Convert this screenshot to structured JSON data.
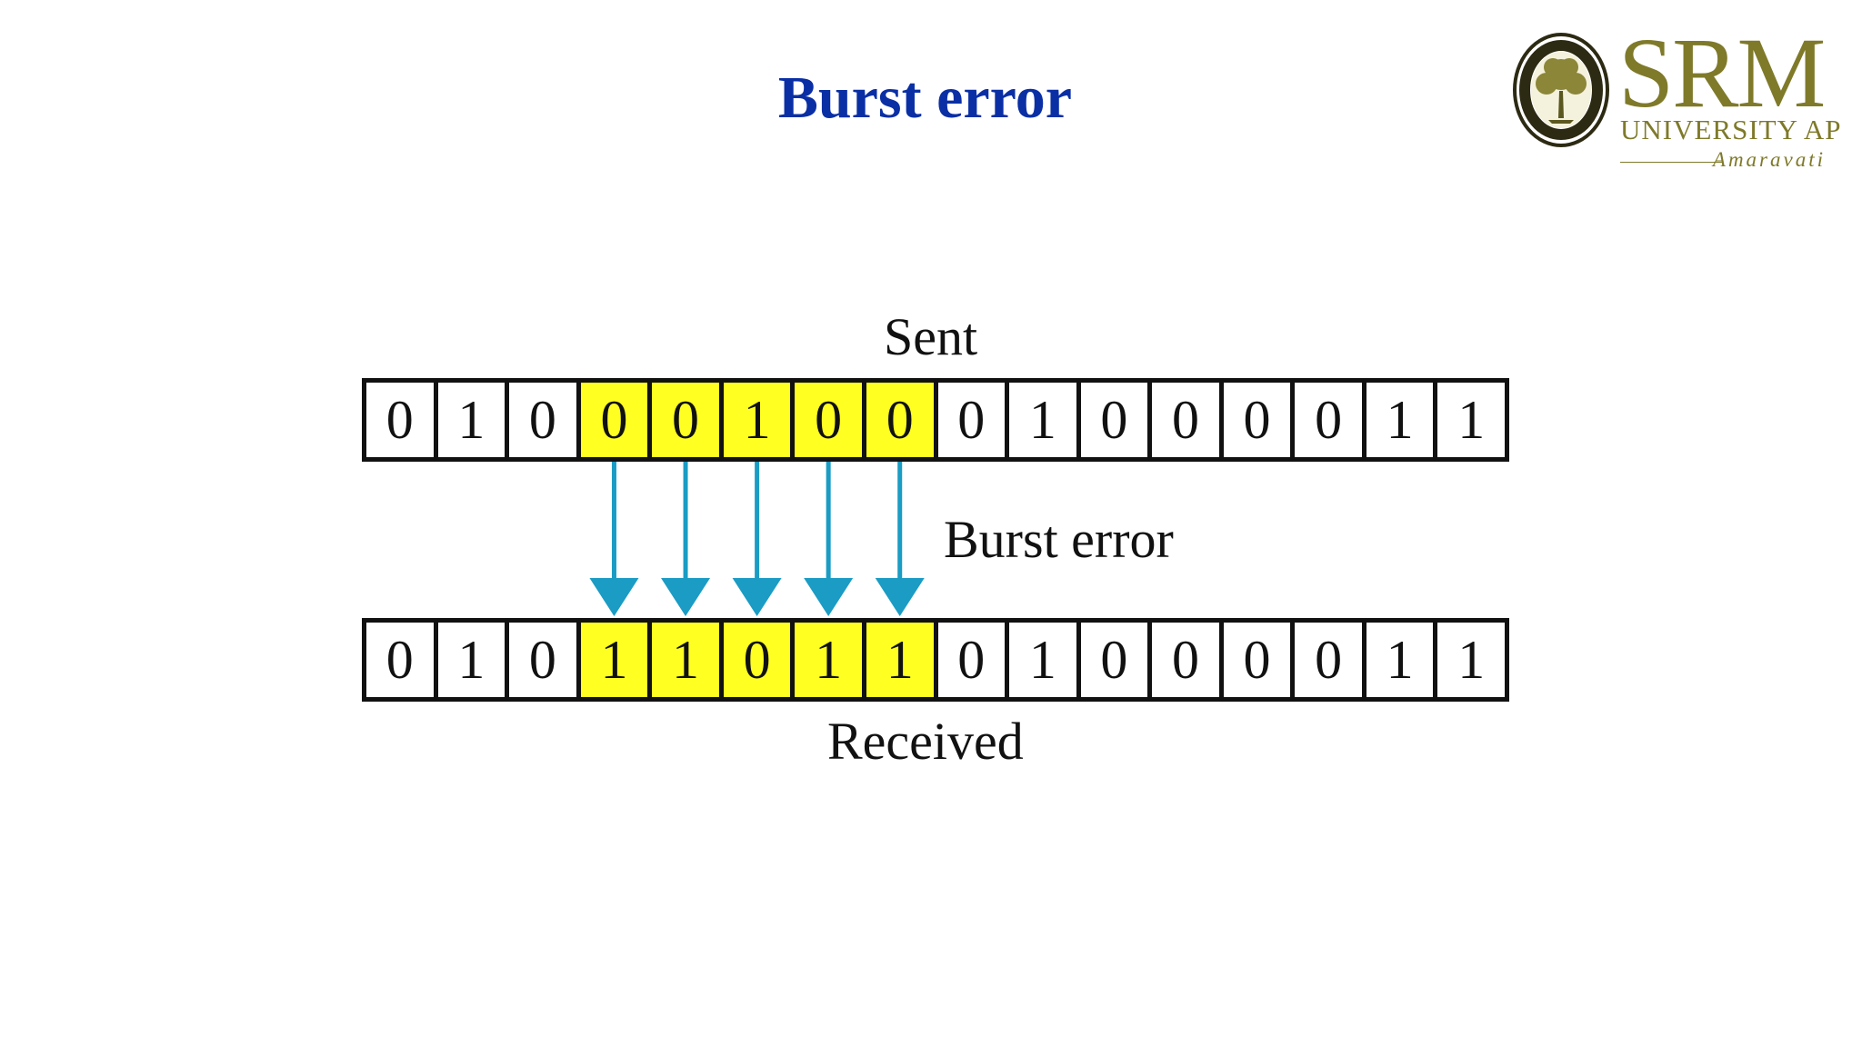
{
  "slide": {
    "title": "Burst error",
    "title_color": "#0a2fa5"
  },
  "logo": {
    "brand": "SRM",
    "subtitle": "UNIVERSITY AP",
    "location": "Amaravati",
    "color": "#7f7a2a"
  },
  "diagram": {
    "sent_label": "Sent",
    "received_label": "Received",
    "burst_label": "Burst error",
    "highlight_color": "#ffff22",
    "arrow_color": "#1a9cc4",
    "sent_bits": [
      "0",
      "1",
      "0",
      "0",
      "0",
      "1",
      "0",
      "0",
      "0",
      "1",
      "0",
      "0",
      "0",
      "0",
      "1",
      "1"
    ],
    "received_bits": [
      "0",
      "1",
      "0",
      "1",
      "1",
      "0",
      "1",
      "1",
      "0",
      "1",
      "0",
      "0",
      "0",
      "0",
      "1",
      "1"
    ],
    "burst_start_index": 3,
    "burst_length": 5
  }
}
